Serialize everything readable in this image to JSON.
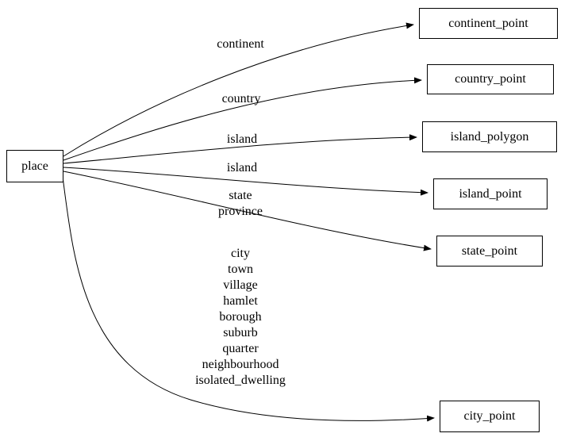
{
  "diagram": {
    "background_color": "#ffffff",
    "line_color": "#000000",
    "source": {
      "label": "place"
    },
    "targets": [
      {
        "label": "continent_point"
      },
      {
        "label": "country_point"
      },
      {
        "label": "island_polygon"
      },
      {
        "label": "island_point"
      },
      {
        "label": "state_point"
      },
      {
        "label": "city_point"
      }
    ],
    "edges": [
      {
        "from": "place",
        "to": "continent_point",
        "label_lines": [
          "continent"
        ]
      },
      {
        "from": "place",
        "to": "country_point",
        "label_lines": [
          "country"
        ]
      },
      {
        "from": "place",
        "to": "island_polygon",
        "label_lines": [
          "island"
        ]
      },
      {
        "from": "place",
        "to": "island_point",
        "label_lines": [
          "island"
        ]
      },
      {
        "from": "place",
        "to": "state_point",
        "label_lines": [
          "state",
          "province"
        ]
      },
      {
        "from": "place",
        "to": "city_point",
        "label_lines": [
          "city",
          "town",
          "village",
          "hamlet",
          "borough",
          "suburb",
          "quarter",
          "neighbourhood",
          "isolated_dwelling"
        ]
      }
    ]
  }
}
